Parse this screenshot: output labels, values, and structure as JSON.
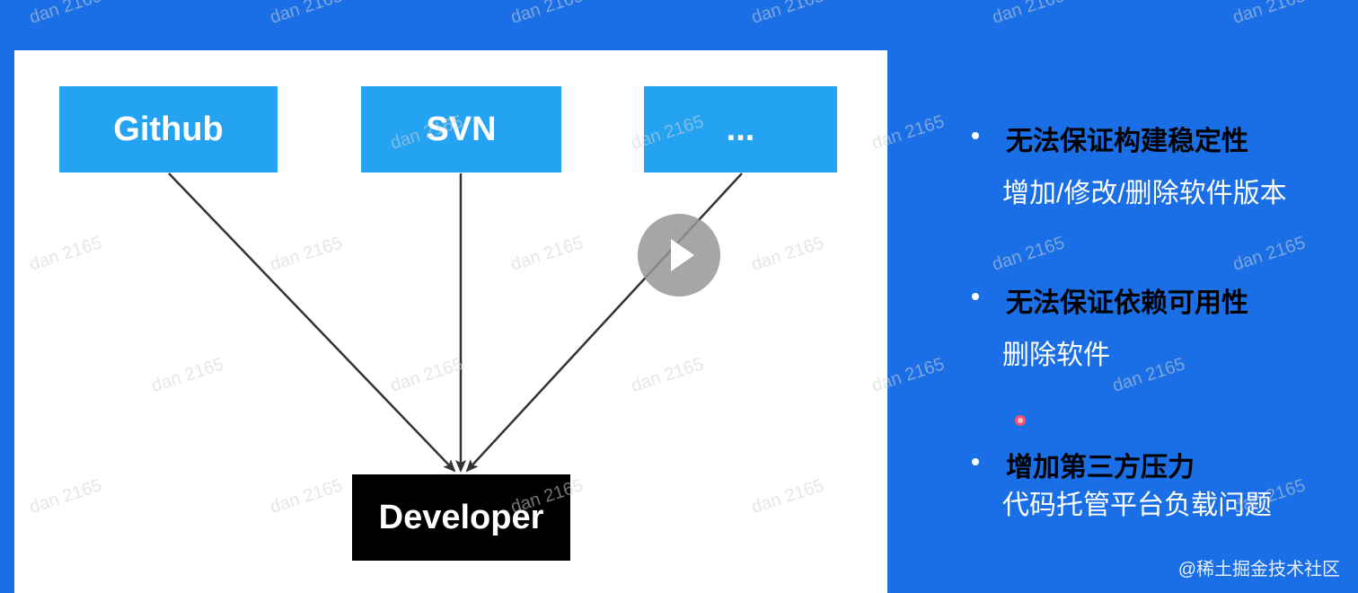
{
  "diagram": {
    "sources": [
      "Github",
      "SVN",
      "..."
    ],
    "target": "Developer"
  },
  "bullets": [
    {
      "title": "无法保证构建稳定性",
      "detail": "增加/修改/删除软件版本"
    },
    {
      "title": "无法保证依赖可用性",
      "detail": "删除软件"
    },
    {
      "title": "增加第三方压力",
      "detail": "代码托管平台负载问题"
    }
  ],
  "watermark_text": "dan 2165",
  "credit": "@稀土掘金技术社区",
  "colors": {
    "background": "#1a6fe6",
    "source_box": "#23a3f2",
    "target_box": "#000000"
  }
}
